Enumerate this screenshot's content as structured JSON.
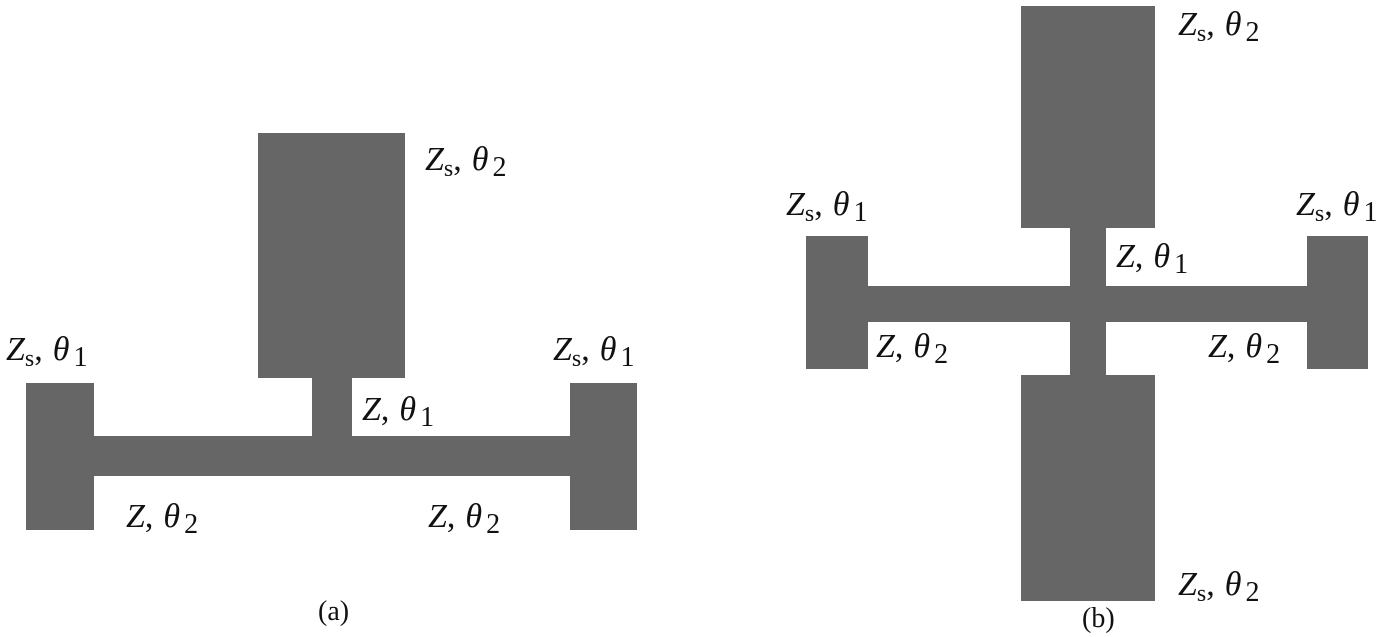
{
  "diagram_a": {
    "caption": "(a)",
    "labels": {
      "top_stub": {
        "z": "Z",
        "sub": "s",
        "theta": "θ",
        "idx": "2"
      },
      "left_stub": {
        "z": "Z",
        "sub": "s",
        "theta": "θ",
        "idx": "1"
      },
      "right_stub": {
        "z": "Z",
        "sub": "s",
        "theta": "θ",
        "idx": "1"
      },
      "center_line": {
        "z": "Z",
        "sub": "",
        "theta": "θ",
        "idx": "1"
      },
      "left_line": {
        "z": "Z",
        "sub": "",
        "theta": "θ",
        "idx": "2"
      },
      "right_line": {
        "z": "Z",
        "sub": "",
        "theta": "θ",
        "idx": "2"
      }
    }
  },
  "diagram_b": {
    "caption": "(b)",
    "labels": {
      "top_stub": {
        "z": "Z",
        "sub": "s",
        "theta": "θ",
        "idx": "2"
      },
      "bottom_stub": {
        "z": "Z",
        "sub": "s",
        "theta": "θ",
        "idx": "2"
      },
      "left_stub": {
        "z": "Z",
        "sub": "s",
        "theta": "θ",
        "idx": "1"
      },
      "right_stub": {
        "z": "Z",
        "sub": "s",
        "theta": "θ",
        "idx": "1"
      },
      "center_line": {
        "z": "Z",
        "sub": "",
        "theta": "θ",
        "idx": "1"
      },
      "left_line": {
        "z": "Z",
        "sub": "",
        "theta": "θ",
        "idx": "2"
      },
      "right_line": {
        "z": "Z",
        "sub": "",
        "theta": "θ",
        "idx": "2"
      }
    }
  },
  "colors": {
    "conductor": "#666666",
    "background": "#ffffff",
    "text": "#111111"
  }
}
